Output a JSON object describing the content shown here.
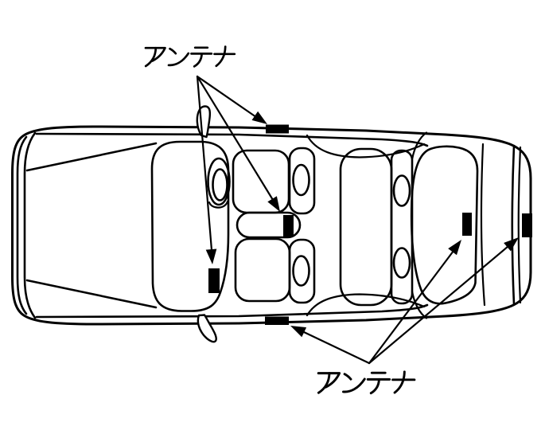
{
  "diagram": {
    "background_color": "#ffffff",
    "line_color": "#000000",
    "labels": {
      "top": "アンテナ",
      "bottom": "アンテナ"
    },
    "antenna_marker_count": 6
  }
}
